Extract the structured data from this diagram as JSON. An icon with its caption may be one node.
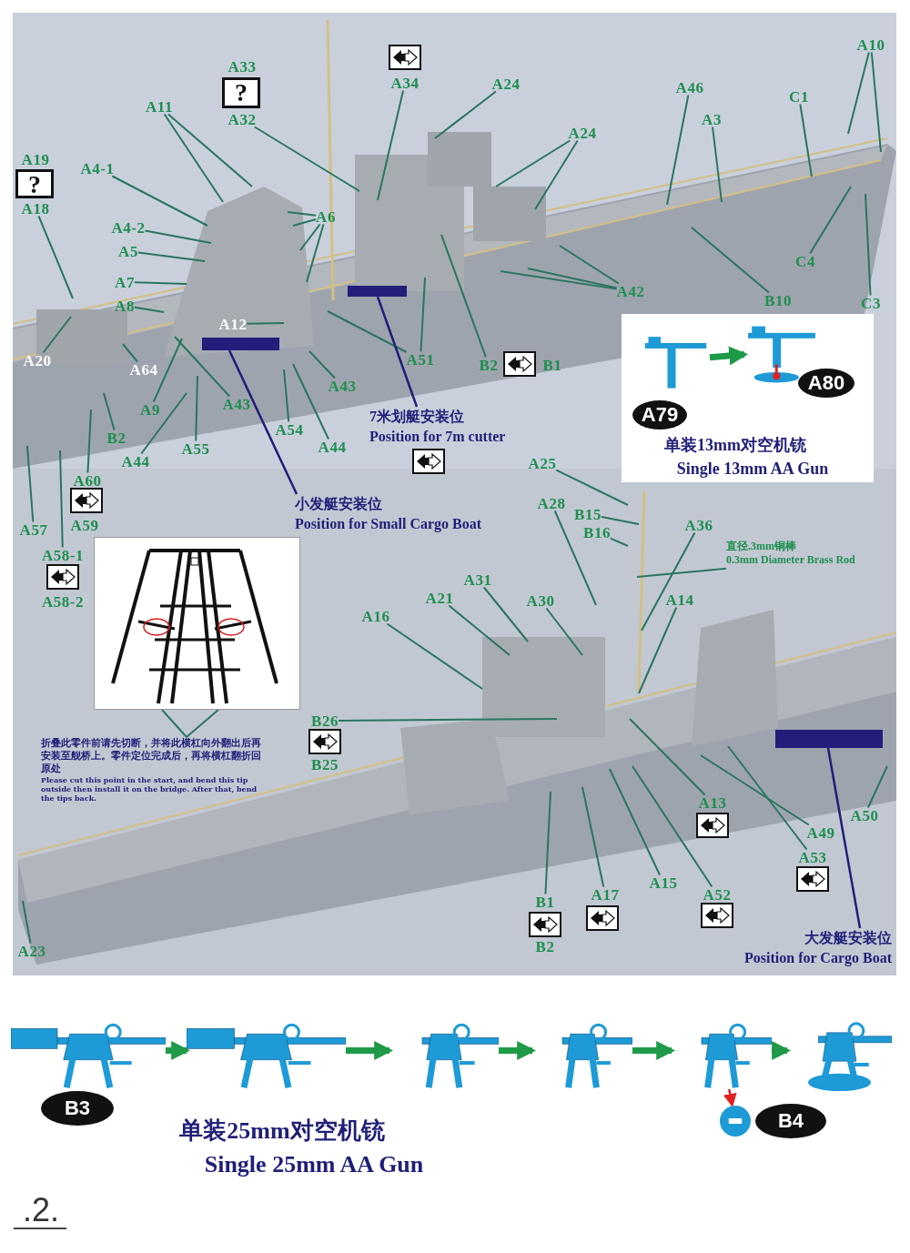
{
  "diagram": {
    "nodes": [
      {
        "text": [
          "?"
        ],
        "beside": [
          "A33"
        ]
      },
      {
        "text": [
          "A32"
        ]
      },
      {
        "text": [
          "A34"
        ]
      },
      {
        "text": [
          "A24"
        ]
      },
      {
        "text": [
          "A24"
        ]
      },
      {
        "text": [
          "A46"
        ]
      },
      {
        "text": [
          "A3"
        ]
      },
      {
        "text": [
          "C1"
        ]
      },
      {
        "text": [
          "A10"
        ]
      },
      {
        "text": [
          "A11"
        ]
      },
      {
        "text": [
          "A4-1"
        ]
      },
      {
        "text": [
          "?"
        ],
        "beside": [
          "A19"
        ]
      },
      {
        "text": [
          "A18"
        ]
      },
      {
        "text": [
          "A4-2"
        ]
      },
      {
        "text": [
          "A6"
        ]
      },
      {
        "text": [
          "A5"
        ]
      },
      {
        "text": [
          "A7"
        ]
      },
      {
        "text": [
          "A8"
        ]
      },
      {
        "text": [
          "C4"
        ]
      },
      {
        "text": [
          "A42"
        ]
      },
      {
        "text": [
          "B10"
        ]
      },
      {
        "text": [
          "C3"
        ]
      },
      {
        "text": [
          "A12"
        ]
      },
      {
        "text": [
          "A20"
        ]
      },
      {
        "text": [
          "A64"
        ]
      },
      {
        "text": [
          "A51"
        ]
      },
      {
        "text": [
          "B2"
        ]
      },
      {
        "text": [
          "B1"
        ]
      },
      {
        "text": [
          "A43"
        ]
      },
      {
        "text": [
          "A43"
        ]
      },
      {
        "text": [
          "A9"
        ]
      },
      {
        "text": [
          "A54"
        ]
      },
      {
        "text": [
          "B2"
        ]
      },
      {
        "text": [
          "A55"
        ]
      },
      {
        "text": [
          "A44"
        ]
      },
      {
        "text": [
          "A44"
        ]
      },
      {
        "text": [
          "7米划艇安装位",
          "Position for 7m cutter"
        ]
      },
      {
        "text": [],
        "shape": "bar"
      },
      {
        "text": [
          "A60"
        ]
      },
      {
        "text": [
          "A59"
        ]
      },
      {
        "text": [
          "A57"
        ]
      },
      {
        "text": [
          "小发艇安装位",
          "Position for Small Cargo Boat"
        ]
      },
      {
        "text": [],
        "shape": "bar"
      },
      {
        "text": [
          "A58-1"
        ]
      },
      {
        "text": [
          "A58-2"
        ]
      },
      {
        "text": [],
        "shape": "picture"
      },
      {
        "text": [],
        "shape": "picture"
      },
      {
        "text": [
          "A79"
        ]
      },
      {
        "text": [
          "A80"
        ]
      },
      {
        "text": [
          "A25"
        ]
      },
      {
        "text": [
          "A28"
        ]
      },
      {
        "text": [
          "B15"
        ]
      },
      {
        "text": [
          "B16"
        ]
      },
      {
        "text": [
          "A36"
        ]
      },
      {
        "text": [
          "直径.3mm铜棒",
          "0.3mm Diameter Brass Rod"
        ]
      },
      {
        "text": [
          "A31"
        ]
      },
      {
        "text": [
          "A21"
        ]
      },
      {
        "text": [
          "A30"
        ]
      },
      {
        "text": [
          "A14"
        ]
      },
      {
        "text": [
          "A16"
        ]
      },
      {
        "text": [],
        "shape": "picture"
      },
      {
        "text": [
          "折叠此零件前请先切断，并将此横杠向外翻出后再安装至舰桥上。零件定位完成后，再将横杠翻折回原处",
          "Please cut this point in the start, and bend this tip outside then install it on the bridge. After that, bend the tips back."
        ]
      },
      {
        "text": [
          "B26"
        ]
      },
      {
        "text": [
          "B25"
        ]
      },
      {
        "text": [
          "A13"
        ]
      },
      {
        "text": [
          "A50"
        ]
      },
      {
        "text": [
          "A49"
        ]
      },
      {
        "text": [
          "A53"
        ]
      },
      {
        "text": [
          "A15"
        ]
      },
      {
        "text": [
          "A52"
        ]
      },
      {
        "text": [
          "A17"
        ]
      },
      {
        "text": [
          "B1"
        ]
      },
      {
        "text": [
          "B2"
        ]
      },
      {
        "text": [],
        "shape": "bar"
      },
      {
        "text": [
          "大发艇安装位",
          "Position for Cargo Boat"
        ]
      },
      {
        "text": [
          "A23"
        ]
      },
      {
        "text": [],
        "shape": "picture"
      },
      {
        "text": [],
        "shape": "picture"
      },
      {
        "text": [],
        "shape": "picture"
      },
      {
        "text": [],
        "shape": "picture"
      },
      {
        "text": [],
        "shape": "picture"
      },
      {
        "text": [],
        "shape": "picture"
      },
      {
        "text": [
          "B3"
        ]
      },
      {
        "text": [],
        "shape": "circle"
      },
      {
        "text": [
          "B4"
        ]
      }
    ],
    "edges": [
      {
        "from": 1,
        "to": null,
        "arrow": "none"
      },
      {
        "from": 2,
        "to": null,
        "arrow": "none"
      },
      {
        "from": 3,
        "to": null,
        "arrow": "none"
      },
      {
        "from": 4,
        "to": null,
        "arrow": "none"
      },
      {
        "from": 4,
        "to": null,
        "arrow": "none"
      },
      {
        "from": 5,
        "to": null,
        "arrow": "none"
      },
      {
        "from": 6,
        "to": null,
        "arrow": "none"
      },
      {
        "from": 7,
        "to": null,
        "arrow": "none"
      },
      {
        "from": 8,
        "to": null,
        "arrow": "none"
      },
      {
        "from": 8,
        "to": null,
        "arrow": "none"
      },
      {
        "from": 9,
        "to": null,
        "arrow": "none"
      },
      {
        "from": 9,
        "to": null,
        "arrow": "none"
      },
      {
        "from": 10,
        "to": null,
        "arrow": "none"
      },
      {
        "from": 12,
        "to": null,
        "arrow": "none"
      },
      {
        "from": 13,
        "to": null,
        "arrow": "none"
      },
      {
        "from": 14,
        "to": null,
        "arrow": "none"
      },
      {
        "from": 14,
        "to": null,
        "arrow": "none"
      },
      {
        "from": 14,
        "to": null,
        "arrow": "none"
      },
      {
        "from": 14,
        "to": null,
        "arrow": "none"
      },
      {
        "from": 15,
        "to": null,
        "arrow": "none"
      },
      {
        "from": 16,
        "to": null,
        "arrow": "none"
      },
      {
        "from": 17,
        "to": null,
        "arrow": "none"
      },
      {
        "from": 18,
        "to": null,
        "arrow": "none"
      },
      {
        "from": 19,
        "to": null,
        "arrow": "none"
      },
      {
        "from": 19,
        "to": null,
        "arrow": "none"
      },
      {
        "from": 19,
        "to": null,
        "arrow": "none"
      },
      {
        "from": 20,
        "to": null,
        "arrow": "none"
      },
      {
        "from": 21,
        "to": null,
        "arrow": "none"
      },
      {
        "from": 22,
        "to": null,
        "arrow": "none"
      },
      {
        "from": 23,
        "to": null,
        "arrow": "none"
      },
      {
        "from": 24,
        "to": null,
        "arrow": "none"
      },
      {
        "from": 25,
        "to": null,
        "arrow": "none"
      },
      {
        "from": 25,
        "to": null,
        "arrow": "none"
      },
      {
        "from": 26,
        "to": null,
        "arrow": "none"
      },
      {
        "from": 28,
        "to": null,
        "arrow": "none"
      },
      {
        "from": 29,
        "to": null,
        "arrow": "none"
      },
      {
        "from": 30,
        "to": null,
        "arrow": "none"
      },
      {
        "from": 31,
        "to": null,
        "arrow": "none"
      },
      {
        "from": 32,
        "to": null,
        "arrow": "none"
      },
      {
        "from": 33,
        "to": null,
        "arrow": "none"
      },
      {
        "from": 34,
        "to": null,
        "arrow": "none"
      },
      {
        "from": 35,
        "to": null,
        "arrow": "none"
      },
      {
        "from": 36,
        "to": 37,
        "arrow": "none",
        "color": "#1f1f78"
      },
      {
        "from": 38,
        "to": null,
        "arrow": "none"
      },
      {
        "from": 40,
        "to": null,
        "arrow": "none"
      },
      {
        "from": 41,
        "to": 42,
        "arrow": "none",
        "color": "#1f1f78"
      },
      {
        "from": 43,
        "to": null,
        "arrow": "none"
      },
      {
        "from": 45,
        "to": 46,
        "arrow": "to",
        "style": "thick",
        "color": "#1e9a48"
      },
      {
        "from": 49,
        "to": null,
        "arrow": "none"
      },
      {
        "from": 50,
        "to": null,
        "arrow": "none"
      },
      {
        "from": 51,
        "to": null,
        "arrow": "none"
      },
      {
        "from": 52,
        "to": null,
        "arrow": "none"
      },
      {
        "from": 53,
        "to": null,
        "arrow": "none"
      },
      {
        "from": 54,
        "to": null,
        "arrow": "none"
      },
      {
        "from": 55,
        "to": null,
        "arrow": "none"
      },
      {
        "from": 56,
        "to": null,
        "arrow": "none"
      },
      {
        "from": 57,
        "to": null,
        "arrow": "none"
      },
      {
        "from": 58,
        "to": null,
        "arrow": "none"
      },
      {
        "from": 59,
        "to": null,
        "arrow": "none"
      },
      {
        "from": 61,
        "to": 60,
        "arrow": "none"
      },
      {
        "from": 61,
        "to": 60,
        "arrow": "none"
      },
      {
        "from": 62,
        "to": null,
        "arrow": "none"
      },
      {
        "from": 64,
        "to": null,
        "arrow": "none"
      },
      {
        "from": 65,
        "to": null,
        "arrow": "none"
      },
      {
        "from": 66,
        "to": null,
        "arrow": "none"
      },
      {
        "from": 67,
        "to": null,
        "arrow": "none"
      },
      {
        "from": 68,
        "to": null,
        "arrow": "none"
      },
      {
        "from": 69,
        "to": null,
        "arrow": "none"
      },
      {
        "from": 70,
        "to": null,
        "arrow": "none"
      },
      {
        "from": 71,
        "to": null,
        "arrow": "none"
      },
      {
        "from": 74,
        "to": 73,
        "arrow": "none",
        "color": "#1f1f78"
      },
      {
        "from": 75,
        "to": null,
        "arrow": "none"
      },
      {
        "from": 76,
        "to": 77,
        "arrow": "to",
        "style": "thick",
        "color": "#1e9a48"
      },
      {
        "from": 77,
        "to": 78,
        "arrow": "to",
        "style": "thick",
        "color": "#1e9a48"
      },
      {
        "from": 78,
        "to": 79,
        "arrow": "to",
        "style": "thick",
        "color": "#1e9a48"
      },
      {
        "from": 79,
        "to": 80,
        "arrow": "to",
        "style": "thick",
        "color": "#1e9a48"
      },
      {
        "from": 80,
        "to": 81,
        "arrow": "to",
        "style": "thick",
        "color": "#1e9a48"
      },
      {
        "from": 80,
        "to": 83,
        "arrow": "to",
        "color": "#e02020"
      }
    ],
    "labels": [
      "单装13mm对空机铳",
      "Single 13mm AA Gun",
      "单装25mm对空机铳",
      "Single 25mm AA Gun",
      ".2."
    ]
  }
}
